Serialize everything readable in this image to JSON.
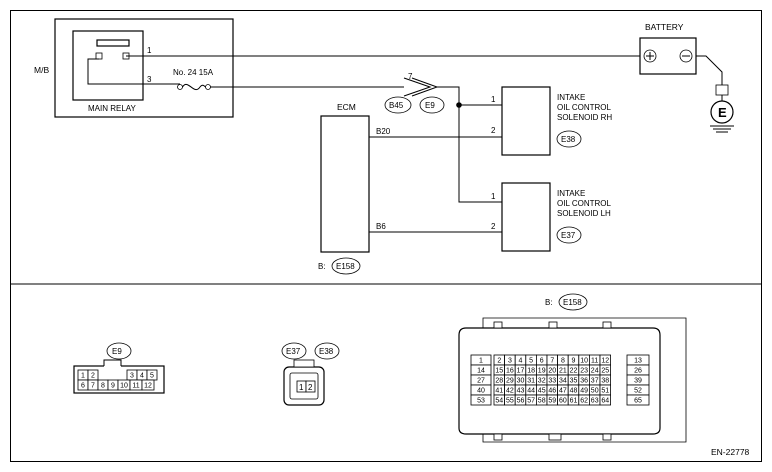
{
  "labels": {
    "mb": "M/B",
    "main_relay": "MAIN RELAY",
    "fuse": "No. 24  15A",
    "battery": "BATTERY",
    "ecm": "ECM",
    "ground": "E",
    "solenoid_rh": [
      "INTAKE",
      "OIL CONTROL",
      "SOLENOID RH"
    ],
    "solenoid_lh": [
      "INTAKE",
      "OIL CONTROL",
      "SOLENOID LH"
    ],
    "ecm_connector_prefix": "B:",
    "ecm_connector_prefix_2": "B:",
    "doc_id": "EN-22778"
  },
  "pins": {
    "relay_pin1": "1",
    "relay_pin3": "3",
    "junction_pin": "7",
    "rh_pin1": "1",
    "rh_pin2": "2",
    "lh_pin1": "1",
    "lh_pin2": "2",
    "ecm_b20": "B20",
    "ecm_b6": "B6"
  },
  "connectors": {
    "b45": "B45",
    "e9": "E9",
    "e38": "E38",
    "e37": "E37",
    "e158": "E158",
    "e9_lower": "E9",
    "e37_lower": "E37",
    "e38_lower": "E38",
    "e158_lower": "E158"
  },
  "connector_e9_pins": {
    "row1": [
      "1",
      "2",
      "3",
      "4",
      "5"
    ],
    "row2": [
      "6",
      "7",
      "8",
      "9",
      "10",
      "11",
      "12"
    ]
  },
  "connector_e37_pins": [
    "1",
    "2"
  ],
  "connector_e158_pins": [
    [
      "1",
      "2",
      "3",
      "4",
      "5",
      "6",
      "7",
      "8",
      "9",
      "10",
      "11",
      "12",
      "13"
    ],
    [
      "14",
      "15",
      "16",
      "17",
      "18",
      "19",
      "20",
      "21",
      "22",
      "23",
      "24",
      "25",
      "26"
    ],
    [
      "27",
      "28",
      "29",
      "30",
      "31",
      "32",
      "33",
      "34",
      "35",
      "36",
      "37",
      "38",
      "39"
    ],
    [
      "40",
      "41",
      "42",
      "43",
      "44",
      "45",
      "46",
      "47",
      "48",
      "49",
      "50",
      "51",
      "52"
    ],
    [
      "53",
      "54",
      "55",
      "56",
      "57",
      "58",
      "59",
      "60",
      "61",
      "62",
      "63",
      "64",
      "65"
    ]
  ]
}
